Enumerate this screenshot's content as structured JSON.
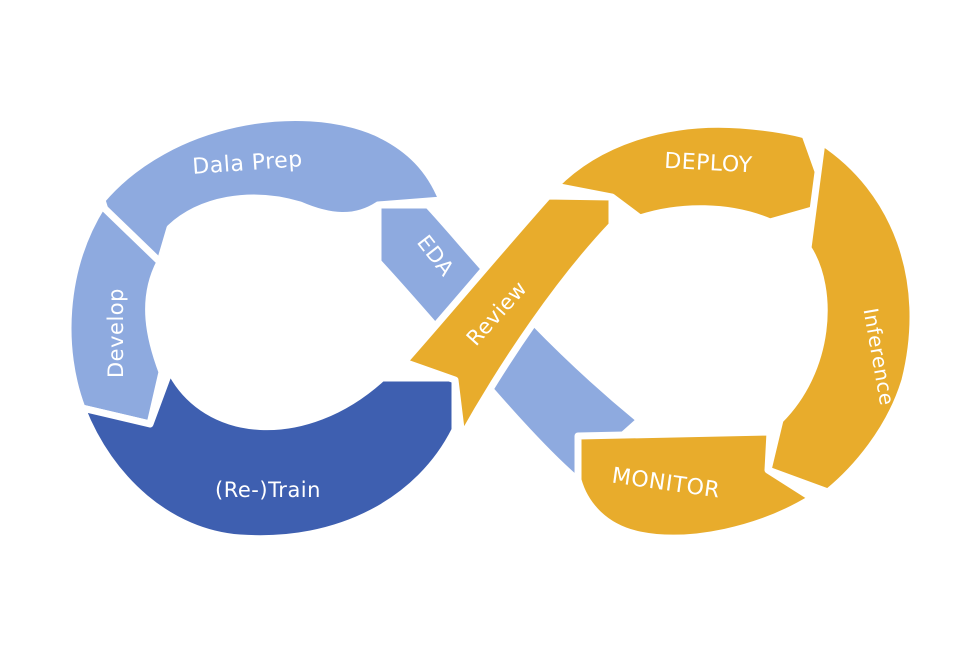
{
  "diagram": {
    "colors": {
      "light_blue": "#8eaadf",
      "dark_blue": "#3e5fb0",
      "orange": "#e8ac2c",
      "background": "#ffffff"
    },
    "segments": [
      {
        "id": "data-prep",
        "label": "Dala Prep",
        "color": "light_blue"
      },
      {
        "id": "eda",
        "label": "EDA",
        "color": "light_blue"
      },
      {
        "id": "develop",
        "label": "Develop",
        "color": "light_blue"
      },
      {
        "id": "retrain",
        "label": "(Re-)Train",
        "color": "dark_blue"
      },
      {
        "id": "review",
        "label": "Review",
        "color": "orange"
      },
      {
        "id": "deploy",
        "label": "DEPLOY",
        "color": "orange"
      },
      {
        "id": "inference",
        "label": "Inference",
        "color": "orange"
      },
      {
        "id": "monitor",
        "label": "MONITOR",
        "color": "orange"
      }
    ]
  }
}
